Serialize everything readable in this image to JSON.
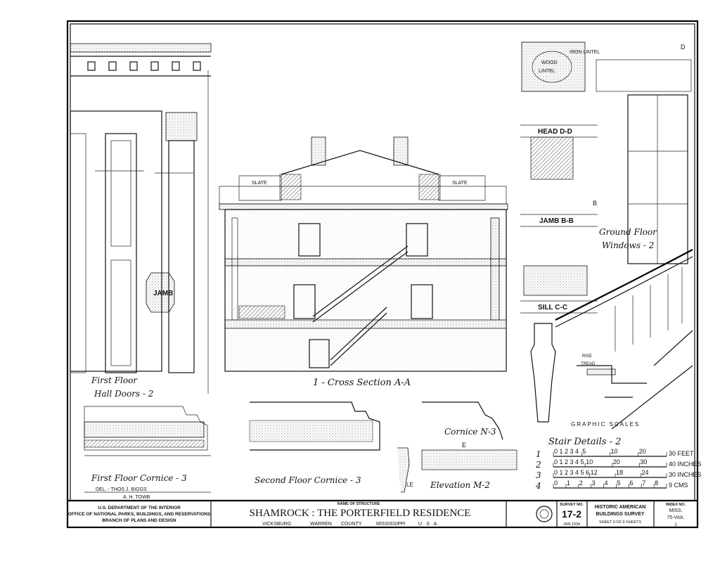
{
  "sheet": {
    "drawings": {
      "cross_section": "1 - Cross Section A-A",
      "hall_doors": [
        "First Floor",
        "Hall Doors - 2"
      ],
      "jamb": "JAMB",
      "first_floor_cornice": "First Floor Cornice - 3",
      "second_floor_cornice": "Second Floor Cornice - 3",
      "cornice_n": "Cornice N-3",
      "elevation_m": "Elevation M-2",
      "stair_details": "Stair Details - 2",
      "head": "HEAD D-D",
      "jamb_bb": "JAMB B-B",
      "sill": "SILL C-C",
      "ground_floor_windows": [
        "Ground Floor",
        "Windows - 2"
      ],
      "slate_left": "SLATE",
      "slate_right": "SLATE",
      "iron_lintel": "IRON LINTEL",
      "wood_lintel": [
        "WOOD",
        "LINTEL"
      ],
      "rise_tread": [
        "RISE",
        "TREAD"
      ],
      "graphic_scales": "GRAPHIC SCALES",
      "marker_d": "D",
      "marker_b": "B",
      "marker_e": "E",
      "marker_le": "LE"
    },
    "credits": [
      "DEL. - THOS J. BIGGS",
      "A. H. TOWB"
    ],
    "scales": [
      {
        "num": "1",
        "ticks": [
          "0 1 2 3 4",
          "5",
          "10",
          "20"
        ],
        "end": "30 FEET"
      },
      {
        "num": "2",
        "ticks": [
          "0 1 2 3 4 5",
          "10",
          "20",
          "30"
        ],
        "end": "40 INCHES"
      },
      {
        "num": "3",
        "ticks": [
          "0 1 2 3 4 5 6",
          "12",
          "18",
          "24"
        ],
        "end": "30 INCHES"
      },
      {
        "num": "4",
        "ticks": [
          "0",
          "1",
          "2",
          "3",
          "4",
          "5",
          "6",
          "7",
          "8"
        ],
        "end": "9 CMS"
      }
    ]
  },
  "title_block": {
    "agency": [
      "U.S. DEPARTMENT OF THE INTERIOR",
      "OFFICE OF NATIONAL PARKS, BUILDINGS, AND RESERVATIONS",
      "BRANCH OF PLANS AND DESIGN"
    ],
    "name_label": "NAME OF STRUCTURE",
    "name": "SHAMROCK : THE PORTERFIELD RESIDENCE",
    "location": [
      "VICKSBURG",
      "WARREN",
      "COUNTY",
      "MISSISSIPPI",
      "U · S · A"
    ],
    "survey_label": "SURVEY NO.",
    "survey_no": "17-2",
    "date": "JAN 1934",
    "habs": [
      "HISTORIC AMERICAN",
      "BUILDINGS SURVEY"
    ],
    "sheet_of": "SHEET 9 OF 9 SHEETS",
    "index_label": "INDEX NO.",
    "index": [
      "MISS.",
      "75-Vick.",
      "1"
    ]
  }
}
